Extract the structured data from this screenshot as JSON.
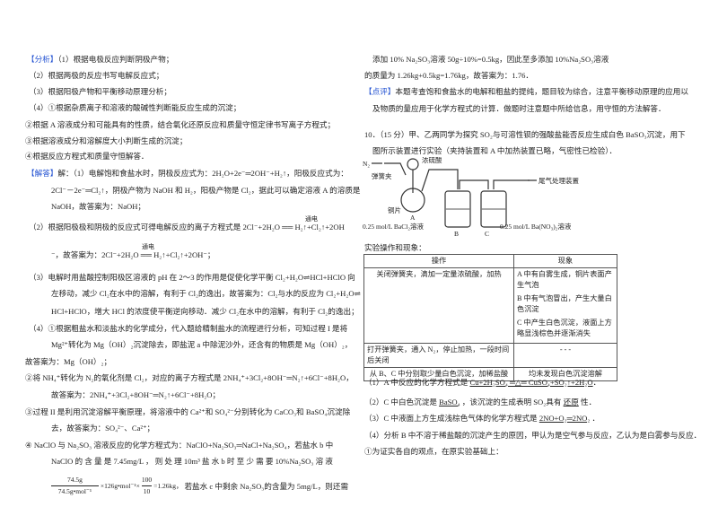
{
  "left": {
    "analysis_tag": "【分析】",
    "analysis": [
      "（1）根据电极反应判断阴极产物；",
      "（2）根据两极的反应书写电解反应式；",
      "（3）根据阳极产物和平衡移动原理分析；",
      "（4）①根据杂质离子和溶液的酸碱性判断能反应生成的沉淀；",
      "②根据 A 溶液成分和可能具有的性质，结合氧化还原反应和质量守恒定律书写离子方程式；",
      "③根据溶液成分和溶解度大小判断生成的沉淀；",
      "④根据反应方程式和质量守恒解答．"
    ],
    "answer_tag": "【解答】",
    "answer_lines": [
      "解：（1）电解饱和食盐水时，阴极反应式为：2H₂O+2e⁻═2OH⁻+H₂↑，阳极反应式为：",
      "2Cl⁻－2e⁻═Cl₂↑，阴极产物为 NaOH 和 H₂，阳极产物是 Cl₂，据此可以确定溶液 A 的溶质是",
      "NaOH，故答案为：NaOH；",
      "（2）根据阳极极和阴极的反应式可得电解反应的离子方程式是 2Cl⁻+2H₂O ══ H₂↑+Cl₂↑+2OH",
      "⁻，故答案为：2Cl⁻+2H₂O ══ H₂↑+Cl₂↑+2OH⁻；",
      "（3）电解时用盐酸控制阳极区溶液的 pH 在 2～3 的作用是促使化学平衡 Cl₂+H₂O⇌HCl+HClO 向",
      "左移动，减少 Cl₂在水中的溶解，有利于 Cl₂的逸出，故答案为：Cl₂与水的反应为 Cl₂+H₂O⇌",
      "HCl+HClO，增大 HCl 的浓度使平衡逆向移动．减少 Cl₂在水中的溶解，有利于 Cl₂的逸出；",
      "（4）①根据粗盐水和淡盐水的化学成分，代入题给精制盐水的流程进行分析，可知过程 I 是将",
      "Mg²⁺转化为 Mg（OH）₂沉淀除去，即盐泥 a 中除泥沙外，还含有的物质是 Mg（OH）₂，",
      "故答案为：Mg（OH）₂；",
      "②将 NH₄⁺转化为 N₂的氧化剂是 Cl₂，对应的离子方程式是 2NH₄⁺+3Cl₂+8OH⁻═N₂↑+6Cl⁻+8H₂O，",
      "故答案为：2NH₄⁺+3Cl₂+8OH⁻═N₂↑+6Cl⁻+8H₂O；",
      "③过程 II 是利用沉淀溶解平衡原理，将溶液中的 Ca²⁺和 SO₄²⁻分别转化为 CaCO₃和 BaSO₄沉淀除",
      "去，故答案为：SO₄²⁻、Ca²⁺；",
      "④ NaClO 与 Na₂SO₃ 溶液反应的化学方程式为：NaClO+Na₂SO₃═NaCl+Na₂SO₄，若盐水 b 中",
      "NaClO 的 含 量 是 7.45mg/L ， 则 处 理 10m³ 盐 水 b 时 至 少 需 要 10%Na₂SO₃ 溶 液"
    ],
    "electrolysis_label": "通电",
    "fraction": {
      "num1": "74.5g",
      "den1": "74.5g•mol⁻¹",
      "mid": "×126g•mol⁻¹×",
      "num2": "100",
      "den2": "10",
      "result": "=1.26kg，",
      "tail": "若盐水 c 中剩余 Na₂SO₃的含量为 5mg/L，则还需"
    }
  },
  "right": {
    "cont": [
      "添加 10% Na₂SO₃溶液 50g÷10%=0.5kg，因此至多添加 10%Na₂SO₃溶液",
      "的质量为 1.26kg+0.5kg=1.76kg，故答案为：1.76．"
    ],
    "comment_tag": "【点评】",
    "comment": [
      "本题考查饱和食盐水的电解和粗盐的提纯，题目较为综合，注意平衡移动原理的应用以",
      "及物质的量应用于化学方程式的计算．做题时注意题中所给信息，用守恒的方法解答．"
    ],
    "q10": [
      "10．（15 分）甲、乙两同学为探究 SO₂与可溶性钡的强酸盐能否反应生成白色 BaSO₃沉淀，用下",
      "图所示装置进行实验（夹持装置和 A 中加热装置已略，气密性已检验）．"
    ],
    "diagram": {
      "n2": "N₂",
      "acid": "浓硫酸",
      "clamp": "弹簧夹",
      "copper": "铜片",
      "a": "A",
      "b": "B",
      "c": "C",
      "bcl2": "0.25 mol/L BaCl₂溶液",
      "bano3": "0.25 mol/L Ba(NO₃)₂溶液",
      "tail": "尾气处理装置"
    },
    "table_title": "实验操作和现象：",
    "table": {
      "headers": [
        "操作",
        "现象"
      ],
      "rows": [
        {
          "op": "关闭弹簧夹，滴加一定量浓硫酸，加热",
          "ph": [
            "A 中有白雾生成，铜片表面产生气泡",
            "B 中有气泡冒出，产生大量白色沉淀",
            "C 中产生白色沉淀，液面上方略显浅棕色并逐渐消失"
          ]
        },
        {
          "op": "打开弹簧夹，通入 N₂，停止加热，一段时间后关闭",
          "ph": [
            "- - -"
          ]
        },
        {
          "op": "从 B、C 中分别取少量白色沉淀，加稀盐酸",
          "ph": [
            "均未发现白色沉淀溶解"
          ]
        }
      ]
    },
    "q1_pre": "（1）A 中反应的化学方程式是",
    "q1_ans": "Cu+2H₂SO₄ ═△═ CuSO₄+SO₂↑+2H₂O",
    "q1_post": "．",
    "q2_pre": "（2）C 中白色沉淀是",
    "q2_ans": "BaSO₄",
    "q2_mid": "，该沉淀的生成表明 SO₂具有",
    "q2_ans2": "还原",
    "q2_post": "性．",
    "q3_pre": "（3）C 中液面上方生成浅棕色气体的化学方程式是",
    "q3_ans": "2NO+O₂═2NO₂",
    "q3_post": "．",
    "q4": "（4）分析 B 中不溶于稀盐酸的沉淀产生的原因，甲认为是空气参与反应，乙认为是白雾参与反应．",
    "q4_1": "①为证实各自的观点，在原实验基础上："
  }
}
